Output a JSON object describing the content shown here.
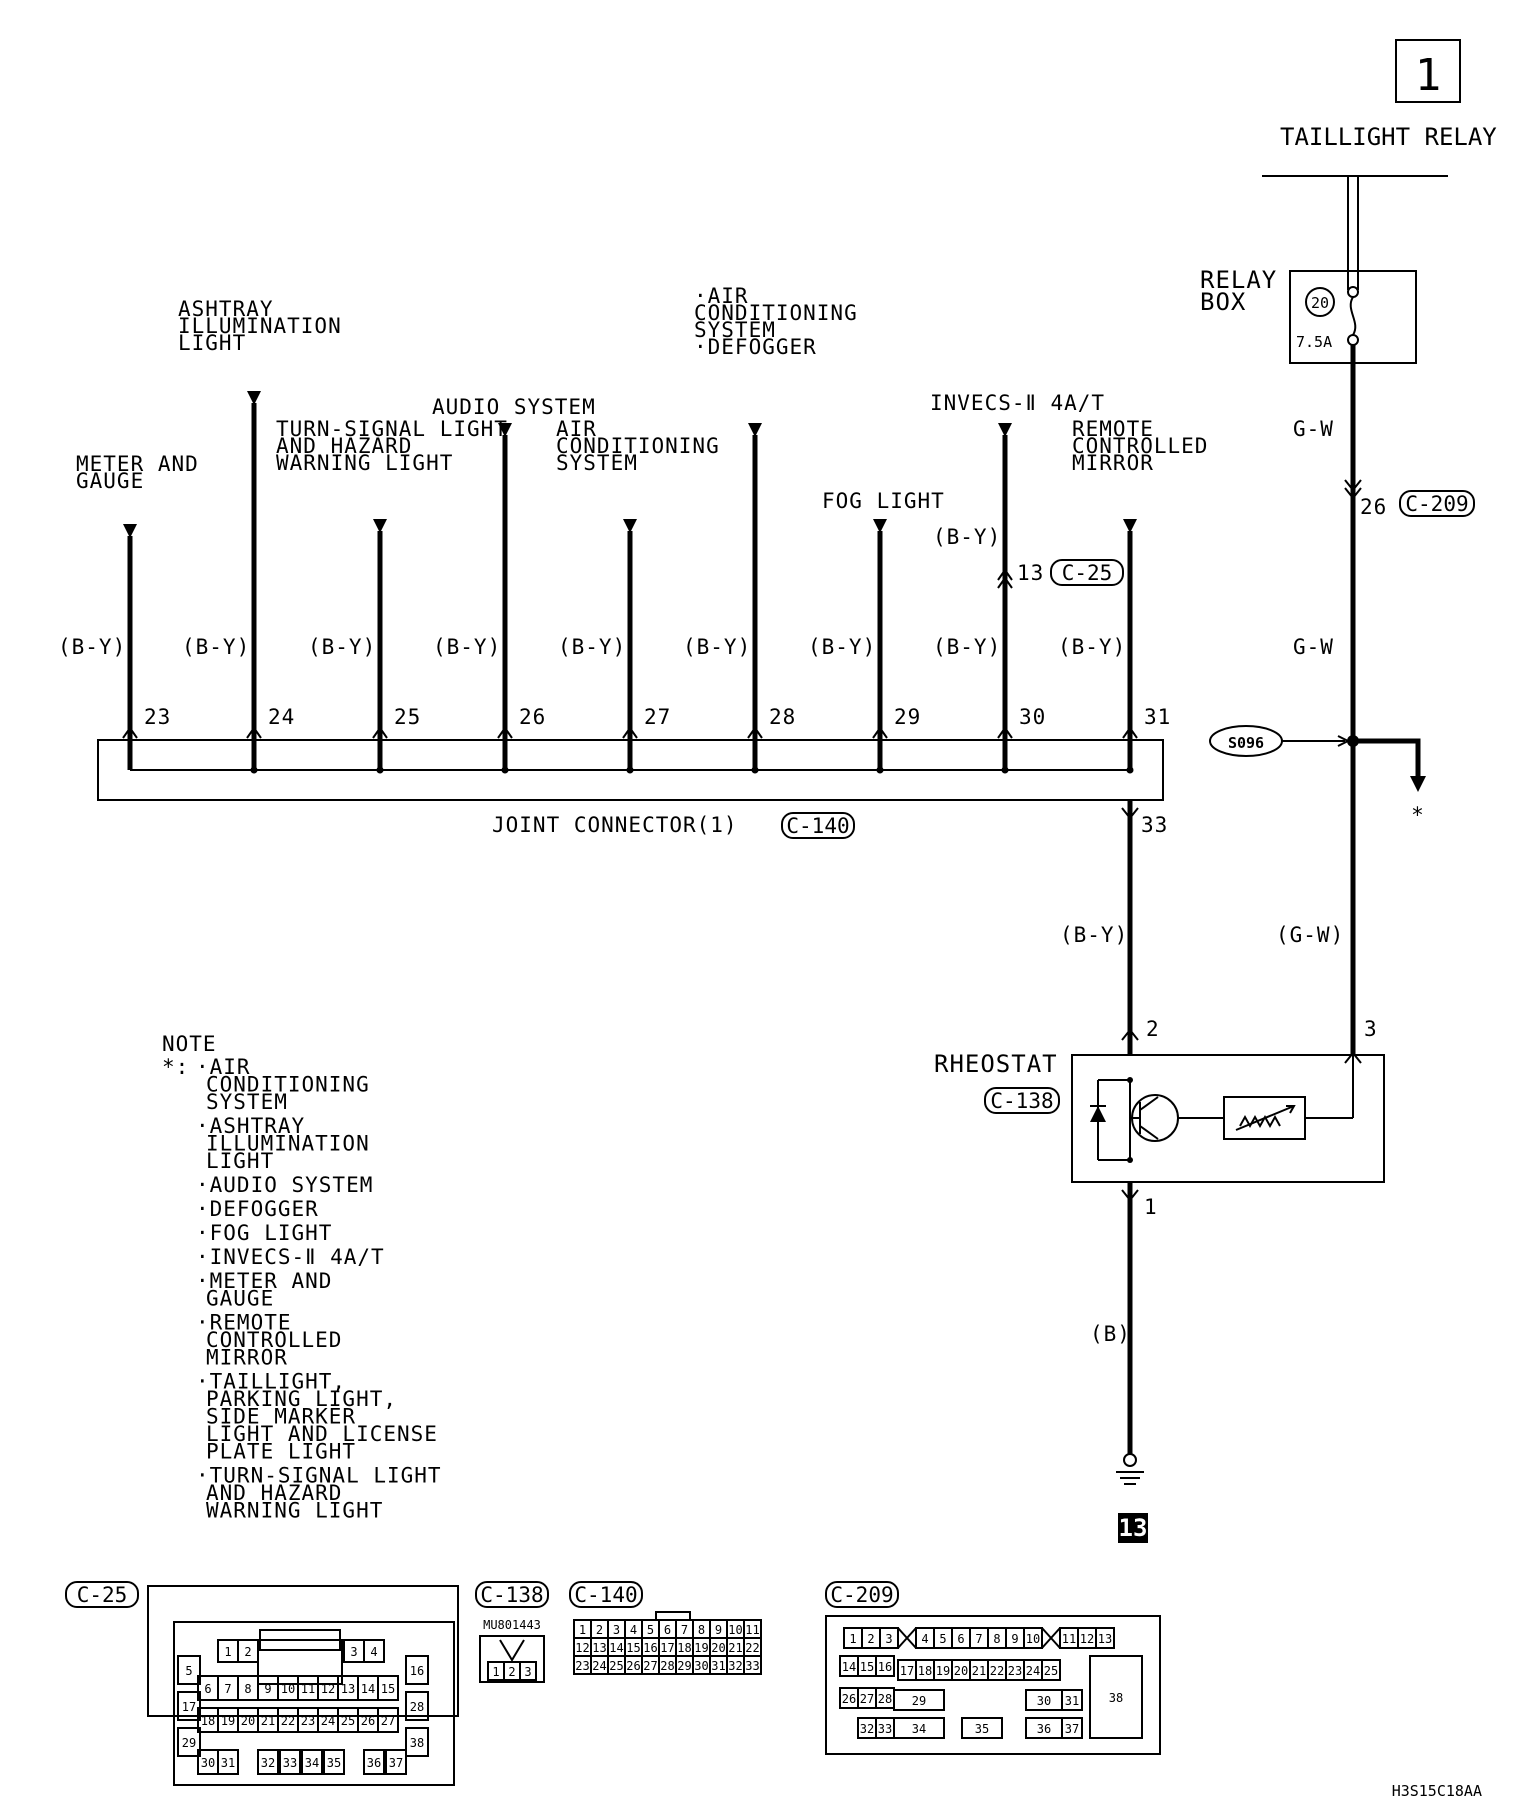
{
  "page_number": "1",
  "taillight_relay": "TAILLIGHT RELAY",
  "relay_box": {
    "label": "RELAY BOX",
    "fuse_number": "20",
    "fuse_rating": "7.5A"
  },
  "relay_wire": {
    "color_top": "G-W",
    "pin": "26",
    "connector": "C-209",
    "color_bottom": "G-W"
  },
  "splice": {
    "id": "S096",
    "arrow_note": "*"
  },
  "branches": [
    {
      "lines": [
        "METER AND",
        "GAUGE"
      ],
      "color": "(B-Y)",
      "pin": "23"
    },
    {
      "lines": [
        "ASHTRAY",
        "ILLUMINATION",
        "LIGHT"
      ],
      "color": "(B-Y)",
      "pin": "24"
    },
    {
      "lines": [
        "TURN-SIGNAL LIGHT",
        "AND HAZARD",
        "WARNING LIGHT"
      ],
      "color": "(B-Y)",
      "pin": "25"
    },
    {
      "lines": [
        "AUDIO SYSTEM"
      ],
      "color": "(B-Y)",
      "pin": "26"
    },
    {
      "lines": [
        "AIR",
        "CONDITIONING",
        "SYSTEM"
      ],
      "color": "(B-Y)",
      "pin": "27"
    },
    {
      "lines": [
        "·AIR",
        "CONDITIONING",
        "SYSTEM",
        "·DEFOGGER"
      ],
      "color": "(B-Y)",
      "pin": "28"
    },
    {
      "lines": [
        "FOG LIGHT"
      ],
      "color": "(B-Y)",
      "pin": "29"
    },
    {
      "lines": [
        "INVECS-Ⅱ 4A/T"
      ],
      "color": "(B-Y)",
      "pin": "30",
      "upper_color": "(B-Y)",
      "upper_pin": "13",
      "upper_connector": "C-25"
    },
    {
      "lines": [
        "REMOTE",
        "CONTROLLED",
        "MIRROR"
      ],
      "color": "(B-Y)",
      "pin": "31"
    }
  ],
  "joint_connector": {
    "label": "JOINT CONNECTOR(1)",
    "connector": "C-140",
    "out_pin": "33"
  },
  "rheostat": {
    "label": "RHEOSTAT",
    "connector": "C-138",
    "pin_in": "2",
    "pin_relay": "3",
    "pin_ground": "1",
    "wire_in": "(B-Y)",
    "wire_relay": "(G-W)",
    "wire_ground": "(B)"
  },
  "ground_number": "13",
  "note": {
    "title": "NOTE",
    "star": "*:",
    "items": [
      [
        "·AIR",
        "CONDITIONING",
        "SYSTEM"
      ],
      [
        "·ASHTRAY",
        "ILLUMINATION",
        "LIGHT"
      ],
      [
        "·AUDIO SYSTEM"
      ],
      [
        "·DEFOGGER"
      ],
      [
        "·FOG LIGHT"
      ],
      [
        "·INVECS-Ⅱ 4A/T"
      ],
      [
        "·METER AND",
        "GAUGE"
      ],
      [
        "·REMOTE",
        "CONTROLLED",
        "MIRROR"
      ],
      [
        "·TAILLIGHT,",
        "PARKING LIGHT,",
        "SIDE MARKER",
        "LIGHT AND LICENSE",
        "PLATE LIGHT"
      ],
      [
        "·TURN-SIGNAL LIGHT",
        "AND HAZARD",
        "WARNING LIGHT"
      ]
    ]
  },
  "connectors": {
    "c25": {
      "label": "C-25",
      "rows": [
        [
          "1",
          "2",
          "3",
          "4"
        ],
        [
          "5",
          "16"
        ],
        [
          "6",
          "7",
          "8",
          "9",
          "10",
          "11",
          "12",
          "13",
          "14",
          "15"
        ],
        [
          "17",
          "28"
        ],
        [
          "18",
          "19",
          "20",
          "21",
          "22",
          "23",
          "24",
          "25",
          "26",
          "27"
        ],
        [
          "29",
          "38"
        ],
        [
          "30",
          "31",
          "32",
          "33",
          "34",
          "35",
          "36",
          "37"
        ]
      ]
    },
    "c138": {
      "label": "C-138",
      "part": "MU801443",
      "pins": [
        "1",
        "2",
        "3"
      ]
    },
    "c140": {
      "label": "C-140",
      "rows": [
        [
          "1",
          "2",
          "3",
          "4",
          "5",
          "6",
          "7",
          "8",
          "9",
          "10",
          "11"
        ],
        [
          "12",
          "13",
          "14",
          "15",
          "16",
          "17",
          "18",
          "19",
          "20",
          "21",
          "22"
        ],
        [
          "23",
          "24",
          "25",
          "26",
          "27",
          "28",
          "29",
          "30",
          "31",
          "32",
          "33"
        ]
      ]
    },
    "c209": {
      "label": "C-209",
      "row1": [
        "1",
        "2",
        "3",
        "",
        "4",
        "5",
        "6",
        "7",
        "8",
        "9",
        "10",
        "",
        "11",
        "12",
        "13"
      ],
      "row2": [
        "14",
        "15",
        "16",
        "17",
        "18",
        "19",
        "20",
        "21",
        "22",
        "23",
        "24",
        "25"
      ],
      "row3": [
        "26",
        "27",
        "28",
        "29",
        "30",
        "31"
      ],
      "row4": [
        "32",
        "33",
        "34",
        "35",
        "36",
        "37"
      ],
      "big": "38"
    }
  },
  "doc_code": "H3S15C18AA"
}
